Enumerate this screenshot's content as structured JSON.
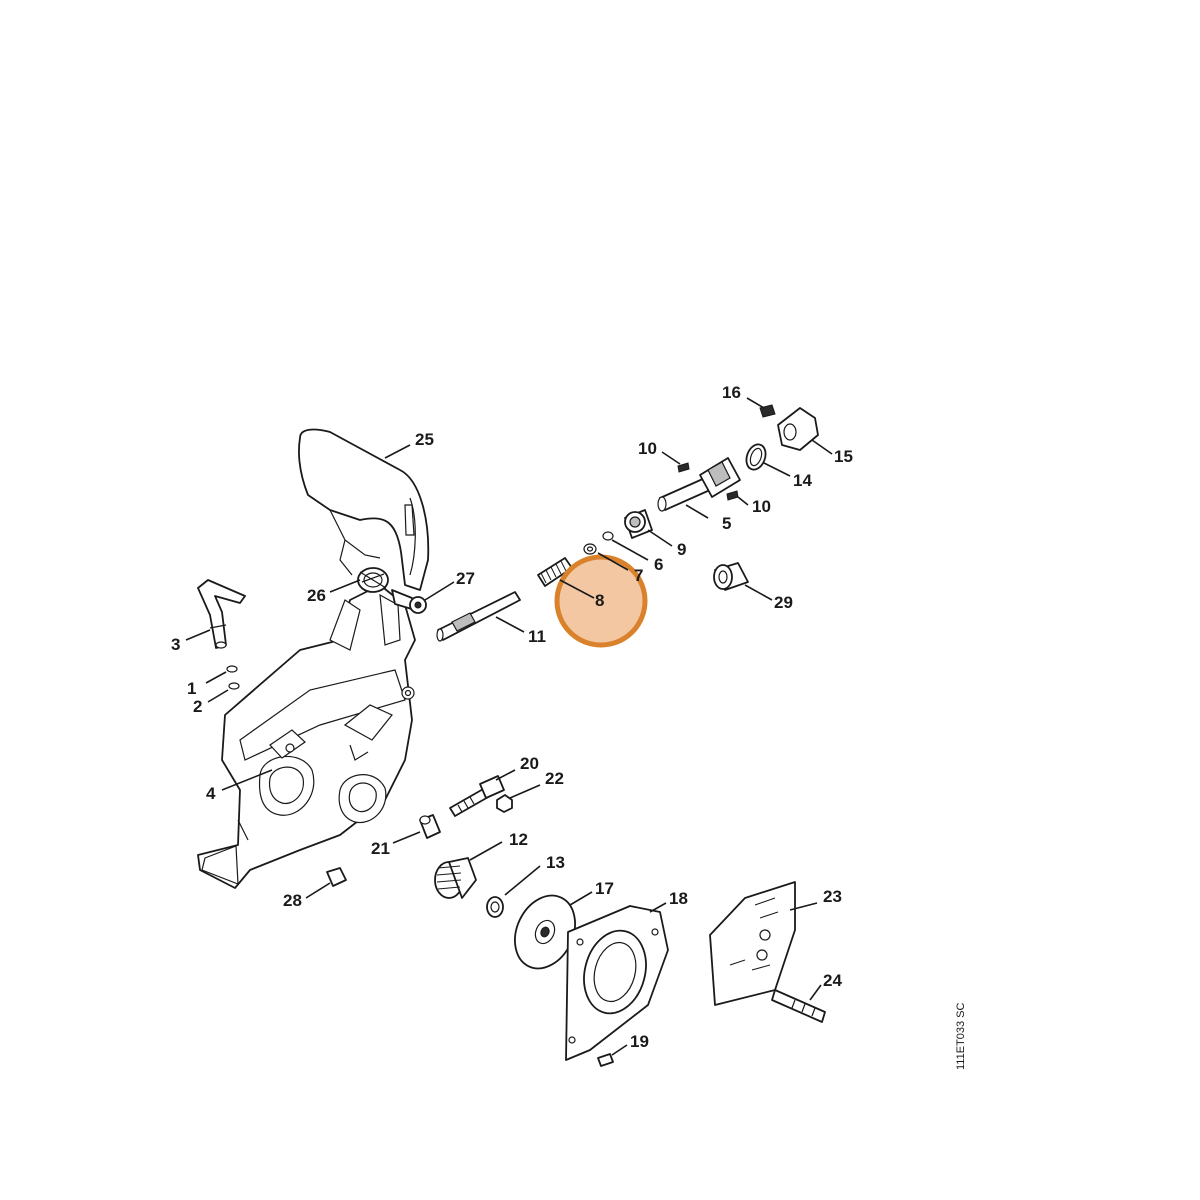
{
  "diagram": {
    "drawing_code": "111ET033 SC",
    "highlight_color": "#d9822b",
    "highlight_fill": "#f2c7a2",
    "highlighted_part": "8",
    "callouts": [
      {
        "id": "c1",
        "label": "1"
      },
      {
        "id": "c2",
        "label": "2"
      },
      {
        "id": "c3",
        "label": "3"
      },
      {
        "id": "c4",
        "label": "4"
      },
      {
        "id": "c5",
        "label": "5"
      },
      {
        "id": "c6",
        "label": "6"
      },
      {
        "id": "c7",
        "label": "7"
      },
      {
        "id": "c8",
        "label": "8"
      },
      {
        "id": "c9",
        "label": "9"
      },
      {
        "id": "c10a",
        "label": "10"
      },
      {
        "id": "c10b",
        "label": "10"
      },
      {
        "id": "c11",
        "label": "11"
      },
      {
        "id": "c12",
        "label": "12"
      },
      {
        "id": "c13",
        "label": "13"
      },
      {
        "id": "c14",
        "label": "14"
      },
      {
        "id": "c15",
        "label": "15"
      },
      {
        "id": "c16",
        "label": "16"
      },
      {
        "id": "c17",
        "label": "17"
      },
      {
        "id": "c18",
        "label": "18"
      },
      {
        "id": "c19",
        "label": "19"
      },
      {
        "id": "c20",
        "label": "20"
      },
      {
        "id": "c21",
        "label": "21"
      },
      {
        "id": "c22",
        "label": "22"
      },
      {
        "id": "c23",
        "label": "23"
      },
      {
        "id": "c24",
        "label": "24"
      },
      {
        "id": "c25",
        "label": "25"
      },
      {
        "id": "c26",
        "label": "26"
      },
      {
        "id": "c27",
        "label": "27"
      },
      {
        "id": "c28",
        "label": "28"
      },
      {
        "id": "c29",
        "label": "29"
      }
    ]
  }
}
